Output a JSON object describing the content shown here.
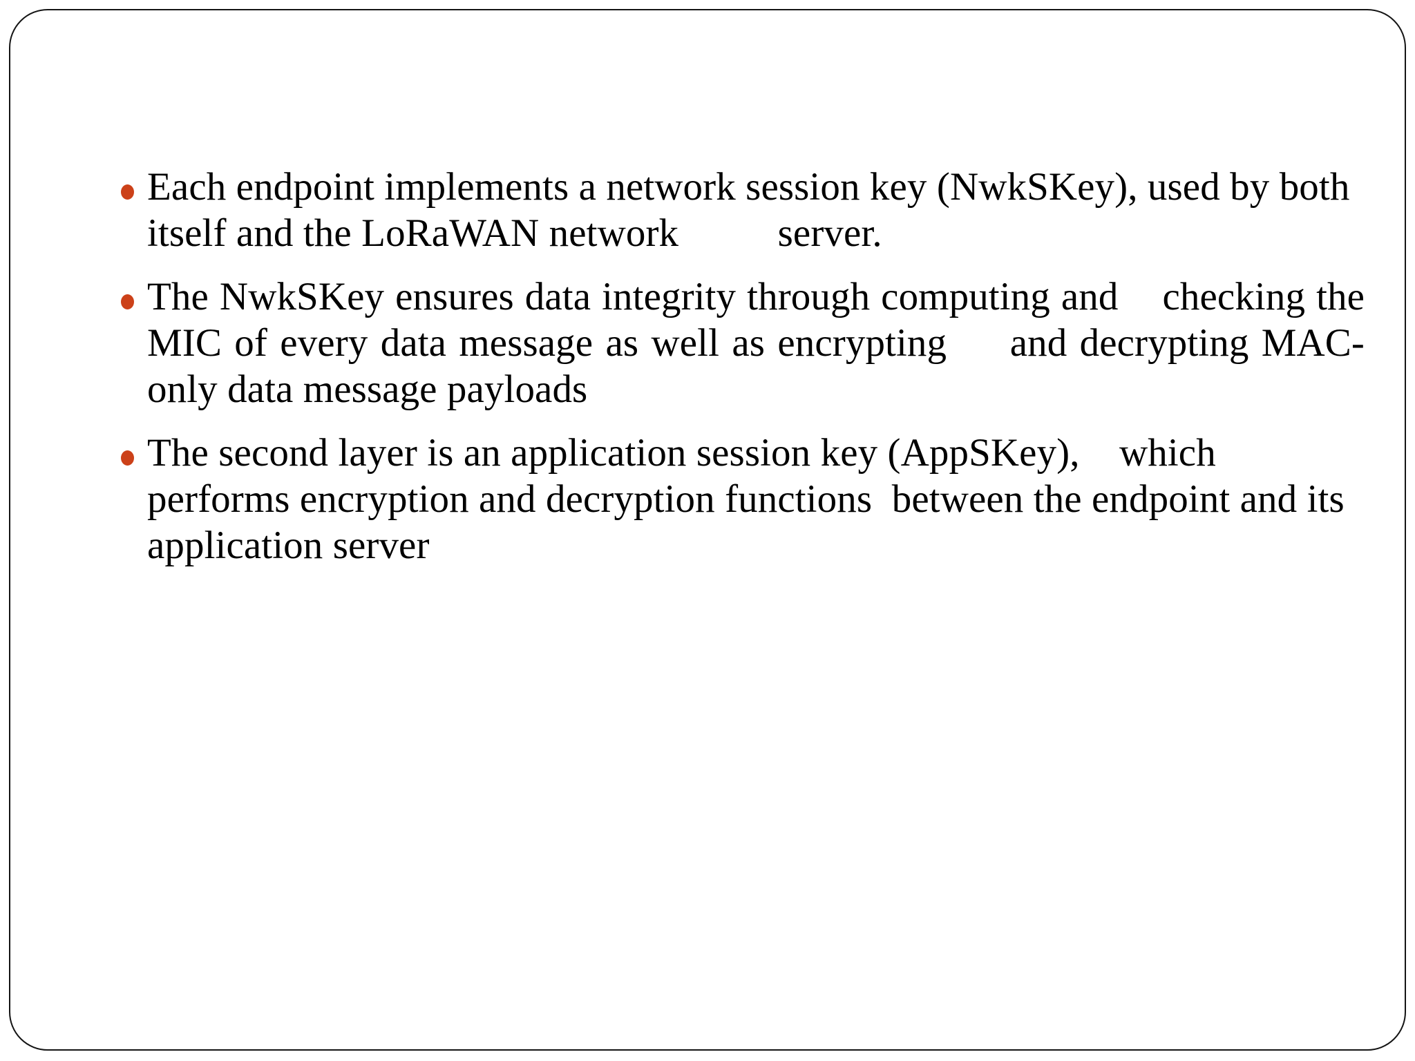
{
  "slide": {
    "background_color": "#ffffff",
    "border_color": "#141414",
    "bullet_color": "#CC4119",
    "text_color": "#000000",
    "bullets": [
      {
        "id": "bullet-nwkskey-endpoint",
        "align": "left",
        "lines": [
          "Each endpoint implements a network session key",
          "(NwkSKey), used by both itself and the LoRaWAN",
          "network          server."
        ],
        "text": "Each endpoint implements a network session key (NwkSKey), used by both itself and the LoRaWAN network          server."
      },
      {
        "id": "bullet-nwkskey-integrity",
        "align": "justify",
        "lines": [
          "The NwkSKey ensures data integrity through computing",
          "and    checking the MIC of every data message as well as",
          "encrypting     and decrypting MAC-only data message",
          "payloads"
        ],
        "text": "The NwkSKey ensures data integrity through computing and    checking the MIC of every data message as well as encrypting     and decrypting MAC-only data message payloads"
      },
      {
        "id": "bullet-appskey",
        "align": "left",
        "lines": [
          "The second layer is an application session key",
          "(AppSKey),    which performs encryption and",
          "decryption functions  between the endpoint and its",
          "application server"
        ],
        "text": "The second layer is an application session key (AppSKey),    which performs encryption and decryption functions  between the endpoint and its application server"
      }
    ]
  }
}
